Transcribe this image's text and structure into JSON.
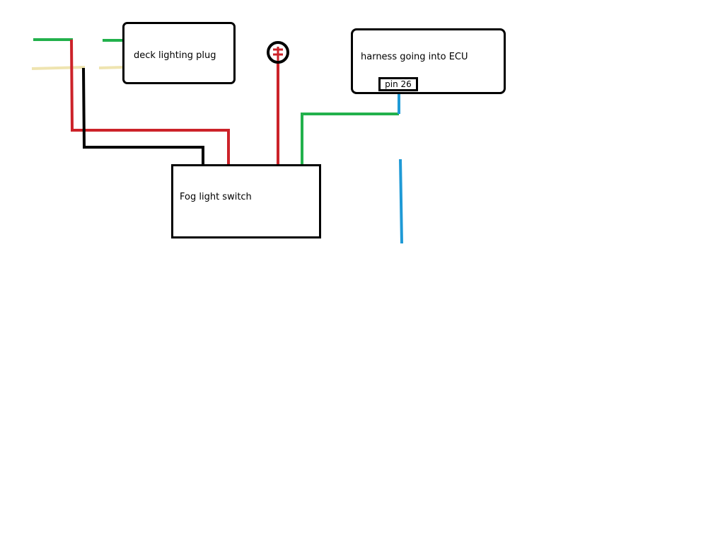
{
  "diagram": {
    "deck_plug": {
      "label": "deck lighting plug"
    },
    "ecu_harness": {
      "label": "harness going into ECU",
      "pin_label": "pin 26"
    },
    "fog_switch": {
      "label": "Fog light switch"
    },
    "fuse_symbol": {
      "icon": "fuse-power-icon"
    },
    "colors": {
      "red": "#cc2229",
      "green": "#22b14c",
      "black": "#000000",
      "tan": "#efe4b0",
      "blue": "#1f9ad6"
    }
  }
}
